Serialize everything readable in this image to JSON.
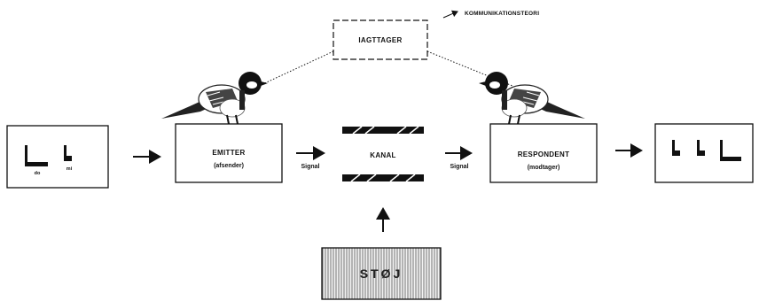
{
  "diagram": {
    "top_label": "KOMMUNIKATIONSTEORI",
    "observer": {
      "label": "IAGTTAGER"
    },
    "source": {
      "notes": [
        "do",
        "mi"
      ]
    },
    "emitter": {
      "label": "EMITTER",
      "sublabel": "(afsender)"
    },
    "channel": {
      "label": "KANAL"
    },
    "respondent": {
      "label": "RESPONDENT",
      "sublabel": "(modtager)"
    },
    "signal_left": "Signal",
    "signal_right": "Signal",
    "noise": {
      "label": "STØJ"
    },
    "icons": [
      "bird-icon",
      "arrow-icon"
    ]
  }
}
